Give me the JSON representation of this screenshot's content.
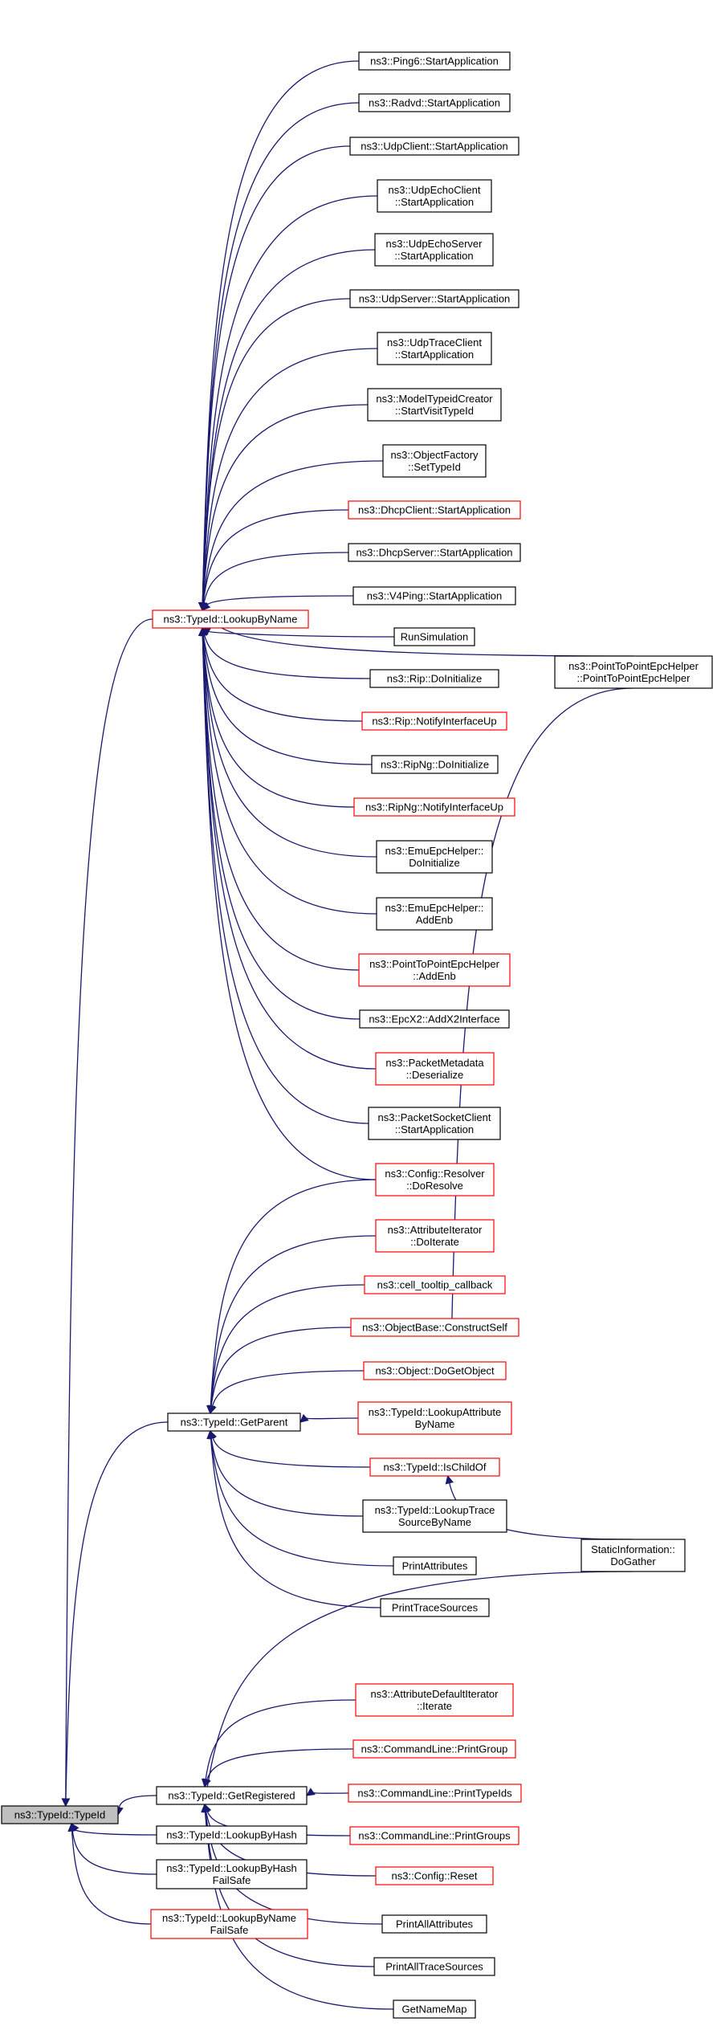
{
  "nodes": {
    "root": {
      "lines": [
        "ns3::TypeId::TypeId"
      ],
      "red": false,
      "root": true
    },
    "lookupByName": {
      "lines": [
        "ns3::TypeId::LookupByName"
      ],
      "red": true
    },
    "getParent": {
      "lines": [
        "ns3::TypeId::GetParent"
      ],
      "red": false
    },
    "getRegistered": {
      "lines": [
        "ns3::TypeId::GetRegistered"
      ],
      "red": false
    },
    "lookupByHash": {
      "lines": [
        "ns3::TypeId::LookupByHash"
      ],
      "red": false
    },
    "lookupByHashFailSafe": {
      "lines": [
        "ns3::TypeId::LookupByHash",
        "FailSafe"
      ],
      "red": false
    },
    "lookupByNameFailSafe": {
      "lines": [
        "ns3::TypeId::LookupByName",
        "FailSafe"
      ],
      "red": true
    },
    "ping6": {
      "lines": [
        "ns3::Ping6::StartApplication"
      ],
      "red": false
    },
    "radvd": {
      "lines": [
        "ns3::Radvd::StartApplication"
      ],
      "red": false
    },
    "udpClient": {
      "lines": [
        "ns3::UdpClient::StartApplication"
      ],
      "red": false
    },
    "udpEchoClient": {
      "lines": [
        "ns3::UdpEchoClient",
        "::StartApplication"
      ],
      "red": false
    },
    "udpEchoServer": {
      "lines": [
        "ns3::UdpEchoServer",
        "::StartApplication"
      ],
      "red": false
    },
    "udpServer": {
      "lines": [
        "ns3::UdpServer::StartApplication"
      ],
      "red": false
    },
    "udpTraceClient": {
      "lines": [
        "ns3::UdpTraceClient",
        "::StartApplication"
      ],
      "red": false
    },
    "modelTypeid": {
      "lines": [
        "ns3::ModelTypeidCreator",
        "::StartVisitTypeId"
      ],
      "red": false
    },
    "objectFactory": {
      "lines": [
        "ns3::ObjectFactory",
        "::SetTypeId"
      ],
      "red": false
    },
    "dhcpClient": {
      "lines": [
        "ns3::DhcpClient::StartApplication"
      ],
      "red": true
    },
    "dhcpServer": {
      "lines": [
        "ns3::DhcpServer::StartApplication"
      ],
      "red": false
    },
    "v4ping": {
      "lines": [
        "ns3::V4Ping::StartApplication"
      ],
      "red": false
    },
    "runSimulation": {
      "lines": [
        "RunSimulation"
      ],
      "red": false
    },
    "ripDoInit": {
      "lines": [
        "ns3::Rip::DoInitialize"
      ],
      "red": false
    },
    "ripNotify": {
      "lines": [
        "ns3::Rip::NotifyInterfaceUp"
      ],
      "red": true
    },
    "ripNgDoInit": {
      "lines": [
        "ns3::RipNg::DoInitialize"
      ],
      "red": false
    },
    "ripNgNotify": {
      "lines": [
        "ns3::RipNg::NotifyInterfaceUp"
      ],
      "red": true
    },
    "emuDoInit": {
      "lines": [
        "ns3::EmuEpcHelper::",
        "DoInitialize"
      ],
      "red": false
    },
    "emuAddEnb": {
      "lines": [
        "ns3::EmuEpcHelper::",
        "AddEnb"
      ],
      "red": false
    },
    "p2pAddEnb": {
      "lines": [
        "ns3::PointToPointEpcHelper",
        "::AddEnb"
      ],
      "red": true
    },
    "epcX2": {
      "lines": [
        "ns3::EpcX2::AddX2Interface"
      ],
      "red": false
    },
    "packetMeta": {
      "lines": [
        "ns3::PacketMetadata",
        "::Deserialize"
      ],
      "red": true
    },
    "packetSocket": {
      "lines": [
        "ns3::PacketSocketClient",
        "::StartApplication"
      ],
      "red": false
    },
    "p2pCtor": {
      "lines": [
        "ns3::PointToPointEpcHelper",
        "::PointToPointEpcHelper"
      ],
      "red": false
    },
    "configResolver": {
      "lines": [
        "ns3::Config::Resolver",
        "::DoResolve"
      ],
      "red": true
    },
    "attrIterator": {
      "lines": [
        "ns3::AttributeIterator",
        "::DoIterate"
      ],
      "red": true
    },
    "cellTooltip": {
      "lines": [
        "ns3::cell_tooltip_callback"
      ],
      "red": true
    },
    "objectBase": {
      "lines": [
        "ns3::ObjectBase::ConstructSelf"
      ],
      "red": true
    },
    "doGetObject": {
      "lines": [
        "ns3::Object::DoGetObject"
      ],
      "red": true
    },
    "lookupAttribute": {
      "lines": [
        "ns3::TypeId::LookupAttribute",
        "ByName"
      ],
      "red": true
    },
    "isChildOf": {
      "lines": [
        "ns3::TypeId::IsChildOf"
      ],
      "red": true
    },
    "lookupTrace": {
      "lines": [
        "ns3::TypeId::LookupTrace",
        "SourceByName"
      ],
      "red": false
    },
    "printAttributes": {
      "lines": [
        "PrintAttributes"
      ],
      "red": false
    },
    "printTraceSources": {
      "lines": [
        "PrintTraceSources"
      ],
      "red": false
    },
    "staticInfo": {
      "lines": [
        "StaticInformation::",
        "DoGather"
      ],
      "red": false
    },
    "attrDefaultIter": {
      "lines": [
        "ns3::AttributeDefaultIterator",
        "::Iterate"
      ],
      "red": true
    },
    "cmdPrintGroup": {
      "lines": [
        "ns3::CommandLine::PrintGroup"
      ],
      "red": true
    },
    "cmdPrintTypeIds": {
      "lines": [
        "ns3::CommandLine::PrintTypeIds"
      ],
      "red": true
    },
    "cmdPrintGroups": {
      "lines": [
        "ns3::CommandLine::PrintGroups"
      ],
      "red": true
    },
    "configReset": {
      "lines": [
        "ns3::Config::Reset"
      ],
      "red": true
    },
    "printAllAttributes": {
      "lines": [
        "PrintAllAttributes"
      ],
      "red": false
    },
    "printAllTraceSources": {
      "lines": [
        "PrintAllTraceSources"
      ],
      "red": false
    },
    "getNameMap": {
      "lines": [
        "GetNameMap"
      ],
      "red": false
    }
  },
  "edges": [
    [
      "lookupByName",
      "root"
    ],
    [
      "getParent",
      "root"
    ],
    [
      "getRegistered",
      "root"
    ],
    [
      "lookupByHash",
      "root"
    ],
    [
      "lookupByHashFailSafe",
      "root"
    ],
    [
      "lookupByNameFailSafe",
      "root"
    ],
    [
      "ping6",
      "lookupByName"
    ],
    [
      "radvd",
      "lookupByName"
    ],
    [
      "udpClient",
      "lookupByName"
    ],
    [
      "udpEchoClient",
      "lookupByName"
    ],
    [
      "udpEchoServer",
      "lookupByName"
    ],
    [
      "udpServer",
      "lookupByName"
    ],
    [
      "udpTraceClient",
      "lookupByName"
    ],
    [
      "modelTypeid",
      "lookupByName"
    ],
    [
      "objectFactory",
      "lookupByName"
    ],
    [
      "dhcpClient",
      "lookupByName"
    ],
    [
      "dhcpServer",
      "lookupByName"
    ],
    [
      "v4ping",
      "lookupByName"
    ],
    [
      "runSimulation",
      "lookupByName"
    ],
    [
      "ripDoInit",
      "lookupByName"
    ],
    [
      "ripNotify",
      "lookupByName"
    ],
    [
      "ripNgDoInit",
      "lookupByName"
    ],
    [
      "ripNgNotify",
      "lookupByName"
    ],
    [
      "emuDoInit",
      "lookupByName"
    ],
    [
      "emuAddEnb",
      "lookupByName"
    ],
    [
      "p2pAddEnb",
      "lookupByName"
    ],
    [
      "epcX2",
      "lookupByName"
    ],
    [
      "packetMeta",
      "lookupByName"
    ],
    [
      "packetSocket",
      "lookupByName"
    ],
    [
      "configResolver",
      "lookupByName"
    ],
    [
      "p2pCtor",
      "lookupByName"
    ],
    [
      "configResolver",
      "getParent"
    ],
    [
      "attrIterator",
      "getParent"
    ],
    [
      "cellTooltip",
      "getParent"
    ],
    [
      "objectBase",
      "getParent"
    ],
    [
      "doGetObject",
      "getParent"
    ],
    [
      "lookupAttribute",
      "getParent"
    ],
    [
      "isChildOf",
      "getParent"
    ],
    [
      "lookupTrace",
      "getParent"
    ],
    [
      "printAttributes",
      "getParent"
    ],
    [
      "printTraceSources",
      "getParent"
    ],
    [
      "p2pCtor",
      "objectBase"
    ],
    [
      "staticInfo",
      "isChildOf"
    ],
    [
      "staticInfo",
      "getRegistered"
    ],
    [
      "attrDefaultIter",
      "getRegistered"
    ],
    [
      "cmdPrintGroup",
      "getRegistered"
    ],
    [
      "cmdPrintTypeIds",
      "getRegistered"
    ],
    [
      "cmdPrintGroups",
      "getRegistered"
    ],
    [
      "configReset",
      "getRegistered"
    ],
    [
      "printAllAttributes",
      "getRegistered"
    ],
    [
      "printAllTraceSources",
      "getRegistered"
    ],
    [
      "getNameMap",
      "getRegistered"
    ]
  ]
}
